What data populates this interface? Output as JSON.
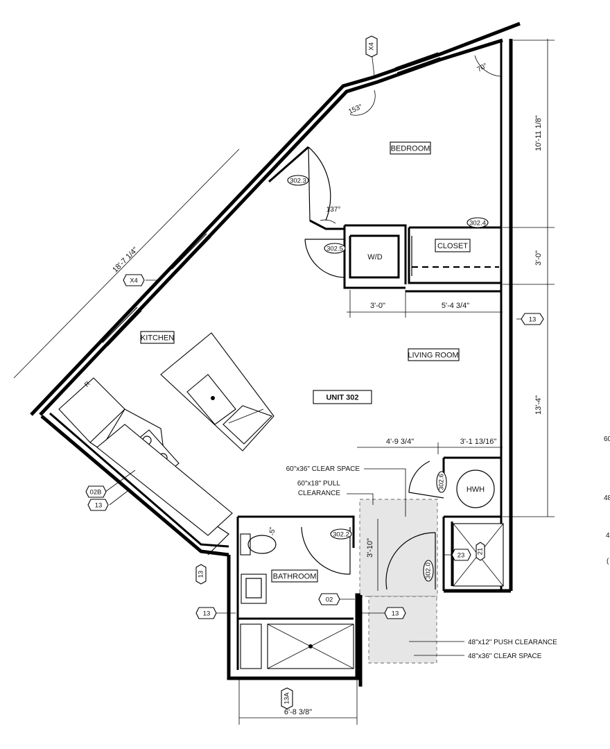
{
  "rooms": {
    "bedroom": "BEDROOM",
    "closet": "CLOSET",
    "wd": "W/D",
    "kitchen": "KITCHEN",
    "living": "LIVING ROOM",
    "unit": "UNIT 302",
    "bathroom": "BATHROOM",
    "hwh": "HWH"
  },
  "doors": {
    "d3023": "302.3",
    "d3024": "302.4",
    "d3025": "302.5",
    "d3026": "302.6",
    "d3022": "302.2",
    "d3020": "302.0"
  },
  "angles": {
    "a153": "153°",
    "a70": "70°",
    "a137": "137°"
  },
  "dimensions": {
    "right_top": "10'-11 1/8\"",
    "right_mid": "3'-0\"",
    "right_bottom": "13'-4\"",
    "diag": "18'-7 1/4\"",
    "wd_width": "3'-0\"",
    "closet_width": "5'-4 3/4\"",
    "hall_width": "4'-9 3/4\"",
    "hwh_width": "3'-1 13/16\"",
    "bath_width": "6'-8 3/8\"",
    "bath_depth": "3'-10\"",
    "toilet_offset": "-5\""
  },
  "tags": {
    "x4_top": "X4",
    "x4_left": "X4",
    "t13_right": "13",
    "t02b": "02B",
    "t13_kitchen": "13",
    "t13_bath_top": "13",
    "t13_bath_left": "13",
    "t02": "02",
    "t13_bath_right": "13",
    "t23": "23",
    "t21": "21",
    "t13a": "13A",
    "range_r": "R"
  },
  "notes": {
    "clear_space_60x36": "60\"x36\" CLEAR SPACE",
    "pull_line1": "60\"x18\" PULL",
    "pull_line2": "CLEARANCE",
    "push_48x12": "48\"x12\" PUSH CLEARANCE",
    "clear_48x36": "48\"x36\" CLEAR SPACE"
  },
  "edge_fragments": [
    "60",
    "48",
    "4",
    "("
  ]
}
